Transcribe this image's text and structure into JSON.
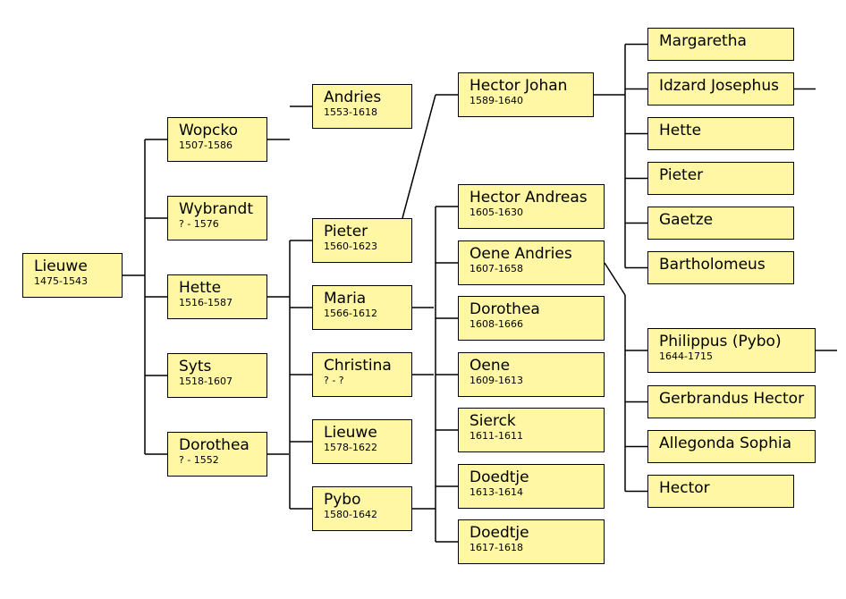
{
  "persons": {
    "lieuwe_1": {
      "name": "Lieuwe",
      "dates": "1475-1543"
    },
    "wopcko": {
      "name": "Wopcko",
      "dates": "1507-1586"
    },
    "wybrandt": {
      "name": "Wybrandt",
      "dates": "? - 1576"
    },
    "hette_1": {
      "name": "Hette",
      "dates": "1516-1587"
    },
    "syts": {
      "name": "Syts",
      "dates": "1518-1607"
    },
    "dorothea_1": {
      "name": "Dorothea",
      "dates": "? - 1552"
    },
    "andries": {
      "name": "Andries",
      "dates": "1553-1618"
    },
    "pieter_1": {
      "name": "Pieter",
      "dates": "1560-1623"
    },
    "maria": {
      "name": "Maria",
      "dates": "1566-1612"
    },
    "christina": {
      "name": "Christina",
      "dates": "? - ?"
    },
    "lieuwe_2": {
      "name": "Lieuwe",
      "dates": "1578-1622"
    },
    "pybo": {
      "name": "Pybo",
      "dates": "1580-1642"
    },
    "hector_johan": {
      "name": "Hector Johan",
      "dates": "1589-1640"
    },
    "hector_andreas": {
      "name": "Hector Andreas",
      "dates": "1605-1630"
    },
    "oene_andries": {
      "name": "Oene Andries",
      "dates": "1607-1658"
    },
    "dorothea_2": {
      "name": "Dorothea",
      "dates": "1608-1666"
    },
    "oene": {
      "name": "Oene",
      "dates": "1609-1613"
    },
    "sierck": {
      "name": "Sierck",
      "dates": "1611-1611"
    },
    "doedtje_1": {
      "name": "Doedtje",
      "dates": "1613-1614"
    },
    "doedtje_2": {
      "name": "Doedtje",
      "dates": "1617-1618"
    },
    "margaretha": {
      "name": "Margaretha",
      "dates": ""
    },
    "idzard_josephus": {
      "name": "Idzard Josephus",
      "dates": ""
    },
    "hette_2": {
      "name": "Hette",
      "dates": ""
    },
    "pieter_2": {
      "name": "Pieter",
      "dates": ""
    },
    "gaetze": {
      "name": "Gaetze",
      "dates": ""
    },
    "bartholomeus": {
      "name": "Bartholomeus",
      "dates": ""
    },
    "philippus": {
      "name": "Philippus (Pybo)",
      "dates": "1644-1715"
    },
    "gerbrandus_hector": {
      "name": "Gerbrandus Hector",
      "dates": ""
    },
    "allegonda_sophia": {
      "name": "Allegonda Sophia",
      "dates": ""
    },
    "hector": {
      "name": "Hector",
      "dates": ""
    }
  },
  "relations": [
    {
      "parent": "lieuwe_1",
      "children": [
        "wopcko",
        "wybrandt",
        "hette_1",
        "syts",
        "dorothea_1"
      ]
    },
    {
      "parent": "wopcko",
      "children": [
        "andries"
      ]
    },
    {
      "parent": "hette_1",
      "children": [
        "pieter_1",
        "maria",
        "christina",
        "lieuwe_2",
        "pybo"
      ]
    },
    {
      "parent": "pieter_1",
      "children": [
        "hector_johan"
      ]
    },
    {
      "parent": "pybo",
      "children": [
        "hector_andreas",
        "oene_andries",
        "dorothea_2",
        "oene",
        "sierck",
        "doedtje_1",
        "doedtje_2"
      ]
    },
    {
      "parent": "hector_johan",
      "children": [
        "margaretha",
        "idzard_josephus",
        "hette_2",
        "pieter_2",
        "gaetze",
        "bartholomeus"
      ]
    },
    {
      "parent": "oene_andries",
      "children": [
        "philippus",
        "gerbrandus_hector",
        "allegonda_sophia",
        "hector"
      ]
    }
  ],
  "continuations": [
    "dorothea_1",
    "maria",
    "christina",
    "idzard_josephus",
    "philippus"
  ],
  "colors": {
    "box_fill": "#fff7a3",
    "box_border": "#000000",
    "line": "#000000"
  }
}
